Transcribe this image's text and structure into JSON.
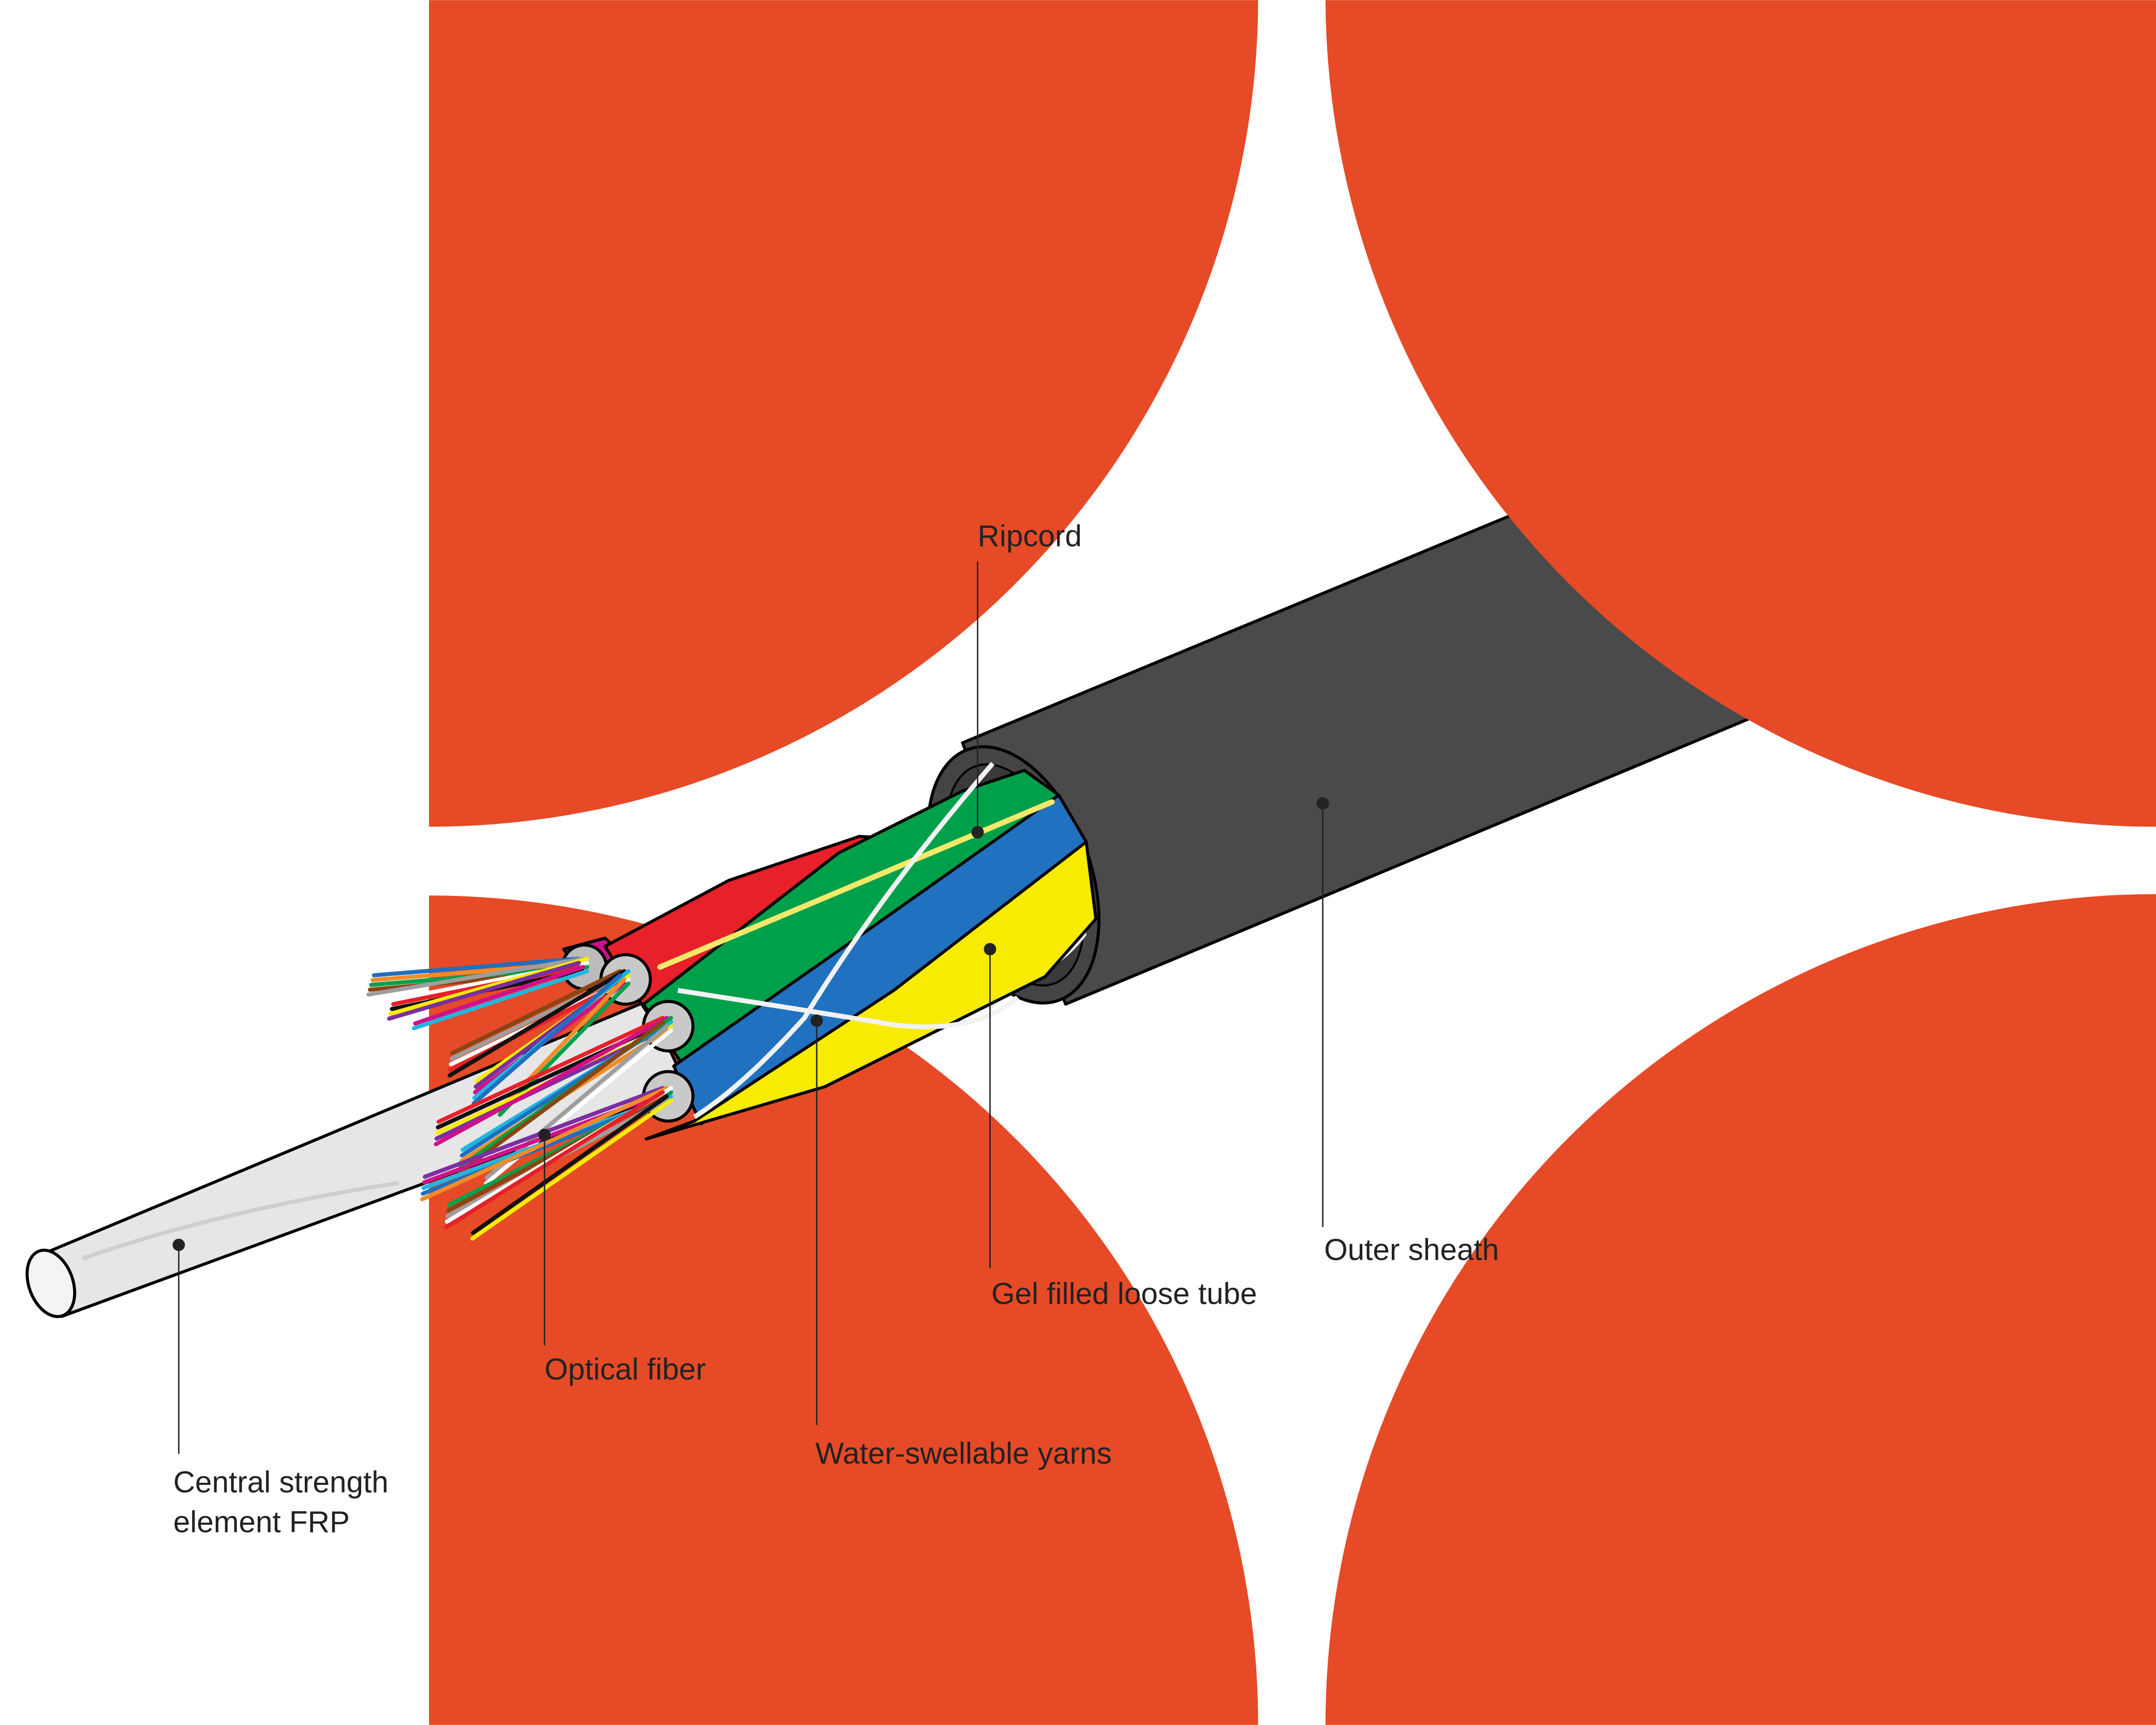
{
  "colors": {
    "background_shape": "#E64A27",
    "outer_sheath": "#4A4A4A",
    "tube_red": "#E8202A",
    "tube_green": "#00A04B",
    "tube_blue": "#2072C0",
    "tube_yellow": "#F7EB00",
    "tube_magenta": "#D0108A",
    "ripcord": "#F5E86A",
    "yarn": "#F2F2F2",
    "frp": "#E6E6E6"
  },
  "fiber_palette": [
    "#1f6fc0",
    "#f28c28",
    "#00a04b",
    "#8b4513",
    "#9e9e9e",
    "#ffffff",
    "#e8202a",
    "#111111",
    "#f7eb00",
    "#7b2fa0",
    "#d0108a",
    "#22b5e0"
  ],
  "labels": {
    "ripcord": "Ripcord",
    "outer_sheath": "Outer sheath",
    "gel_tube": "Gel filled loose tube",
    "water_yarns": "Water-swellable yarns",
    "optical_fiber": "Optical fiber",
    "frp_line1": "Central strength",
    "frp_line2": "element FRP"
  }
}
